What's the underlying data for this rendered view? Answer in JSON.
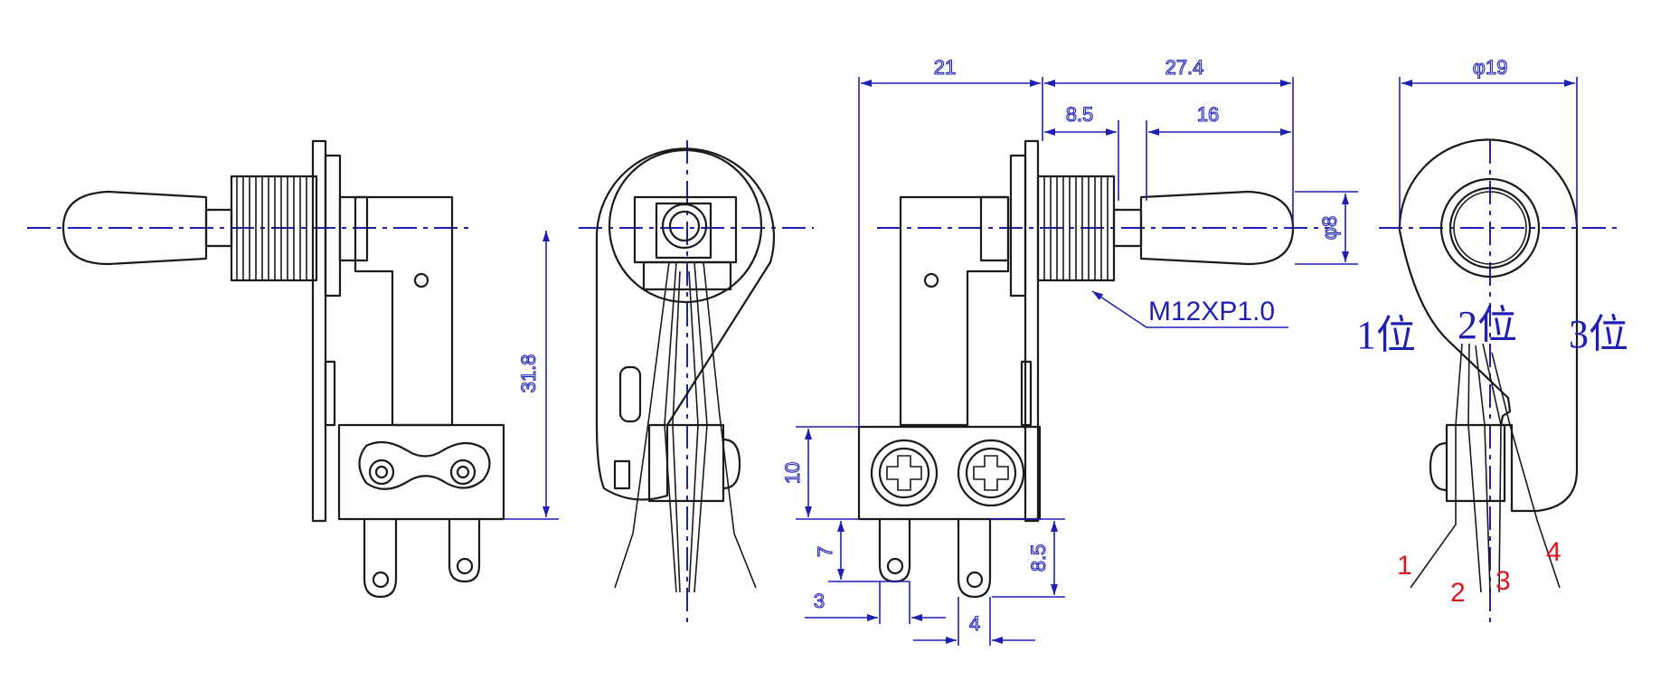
{
  "dimensions": {
    "d21": "21",
    "d27_4": "27.4",
    "d8_5_top": "8.5",
    "d16": "16",
    "d31_8": "31.8",
    "d10": "10",
    "d7": "7",
    "d3": "3",
    "d4": "4",
    "d8_5_side": "8.5",
    "dia8": "φ8",
    "dia19": "φ19"
  },
  "thread_label": "M12XP1.0",
  "positions": [
    "1位",
    "2位",
    "3位"
  ],
  "pins": [
    "1",
    "2",
    "3",
    "4"
  ],
  "colors": {
    "line": "#1a1a1a",
    "dimension": "#1f1fb4",
    "pin_label": "#e0141e"
  }
}
